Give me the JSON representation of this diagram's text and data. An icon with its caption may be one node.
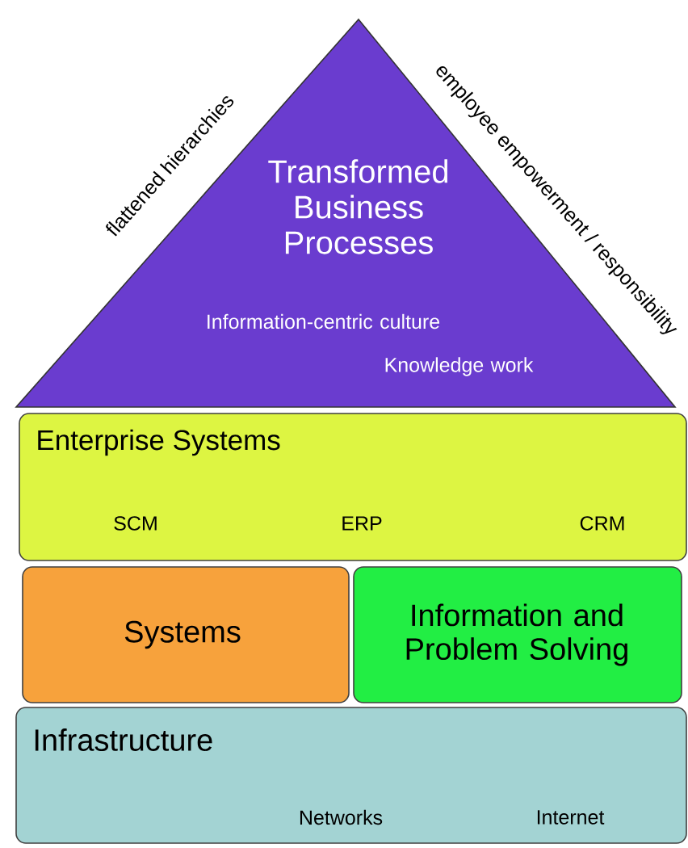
{
  "diagram": {
    "nodes": [
      {
        "text": [
          "Transformed Business Processes",
          "Information-centric culture",
          "Knowledge work"
        ],
        "beside": [
          "flattened hierarchies",
          "employee empowerment / responsibility"
        ]
      },
      {
        "text": [
          "Enterprise Systems",
          "SCM",
          "ERP",
          "CRM"
        ]
      },
      {
        "text": [
          "Systems"
        ]
      },
      {
        "text": [
          "Information and Problem Solving"
        ]
      },
      {
        "text": [
          "Infrastructure",
          "Networks",
          "Internet"
        ]
      }
    ],
    "edges": []
  }
}
